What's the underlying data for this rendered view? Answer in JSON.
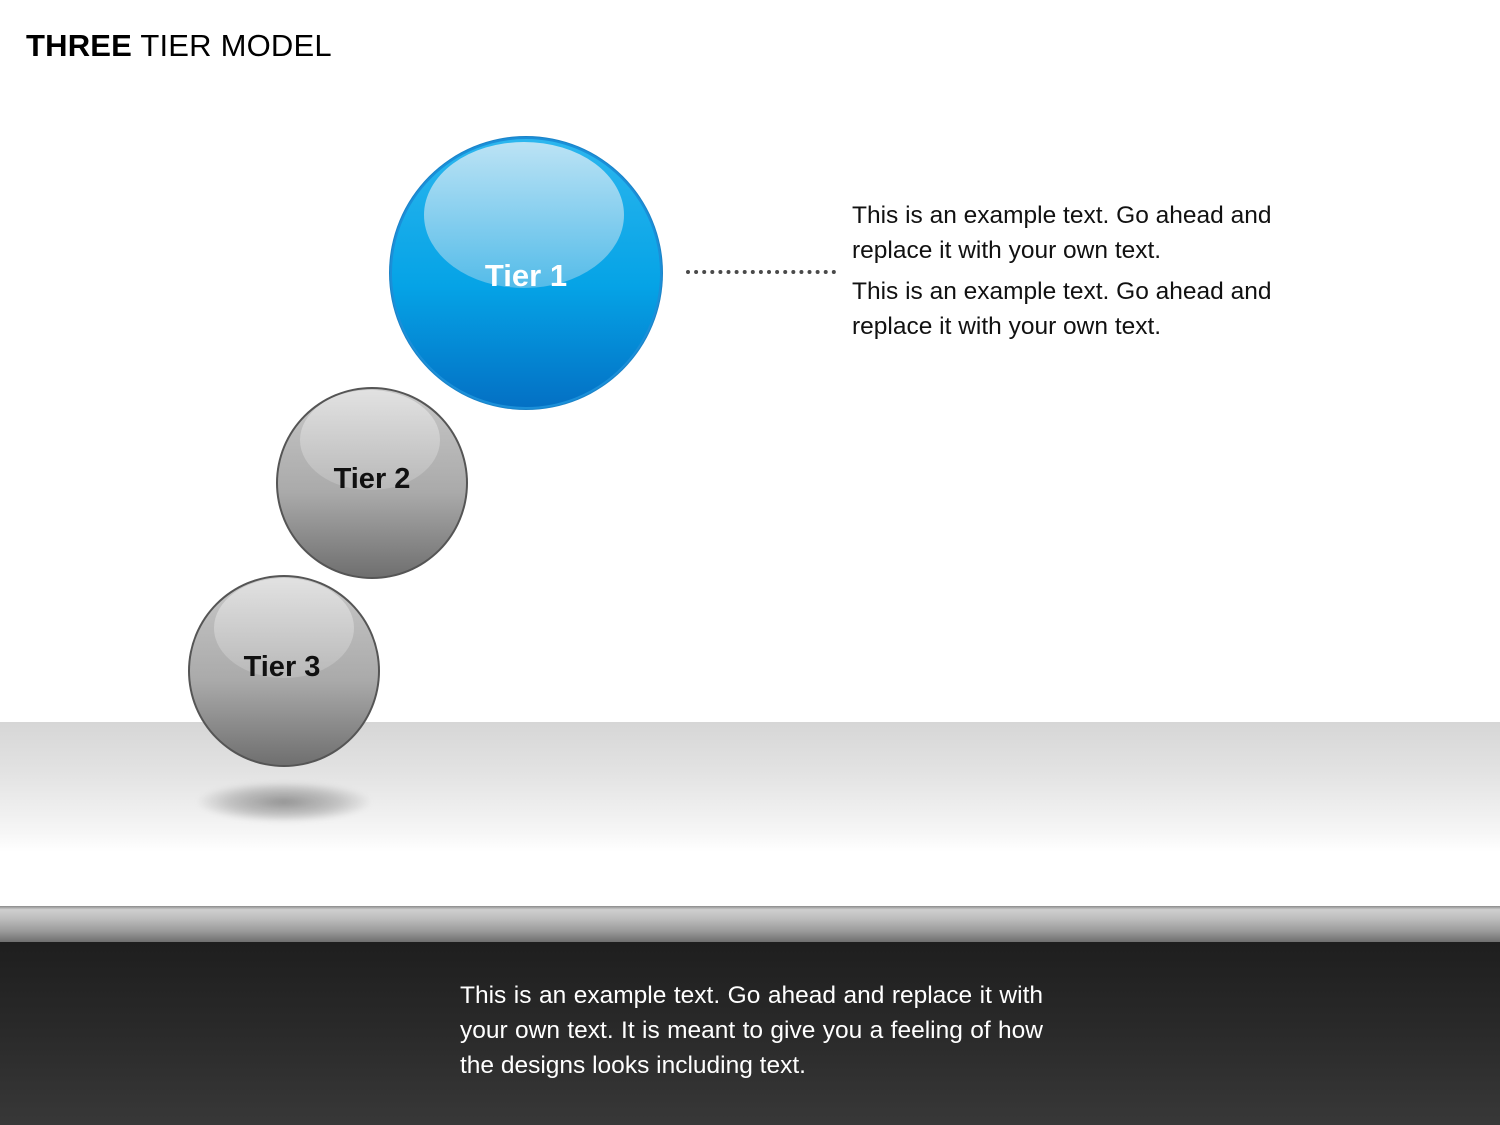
{
  "title": {
    "bold": "THREE",
    "rest": "TIER MODEL"
  },
  "tiers": [
    {
      "label": "Tier 1",
      "color": "#0a9fe2"
    },
    {
      "label": "Tier 2",
      "color": "#9e9e9e"
    },
    {
      "label": "Tier 3",
      "color": "#9e9e9e"
    }
  ],
  "description": [
    "This is an example text. Go ahead and replace it with your own text.",
    "This is an example text. Go ahead and replace it with your own text."
  ],
  "footer": {
    "text": "This is an example text. Go ahead and replace it with your own text. It is meant to give you a feeling of how the designs looks including text."
  }
}
